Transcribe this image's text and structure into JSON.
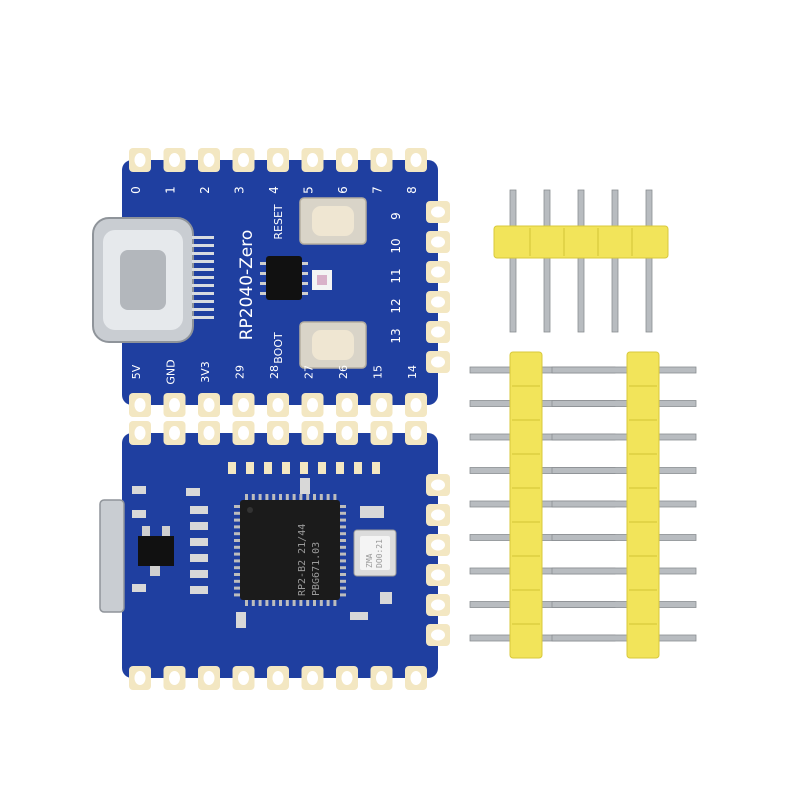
{
  "top_board": {
    "name": "RP2040-Zero",
    "top_pins": [
      "0",
      "1",
      "2",
      "3",
      "4",
      "5",
      "6",
      "7",
      "8"
    ],
    "right_pins": [
      "9",
      "10",
      "11",
      "12",
      "13"
    ],
    "bottom_pins": [
      "5V",
      "GND",
      "3V3",
      "29",
      "28",
      "27",
      "26",
      "15",
      "14"
    ],
    "button_reset": "RESET",
    "button_boot": "BOOT"
  },
  "bottom_board": {
    "mcu_lines": [
      "RP2-B2  21/44",
      "PBG671.03"
    ],
    "crystal_lines": [
      "ZMA",
      "DO0:21"
    ]
  },
  "headers": {
    "short_header_pins": 5,
    "long_header_pins": 9,
    "long_header_count": 2
  },
  "colors": {
    "pcb": "#1f3fa0",
    "pad": "#f3e7c2",
    "header_plastic": "#f2e45a",
    "pin_metal": "#b8bcc0",
    "silkscreen": "#ffffff"
  }
}
